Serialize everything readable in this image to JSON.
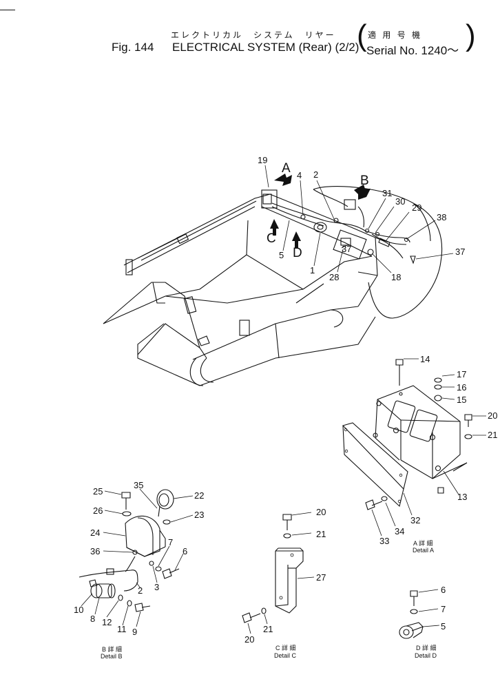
{
  "header": {
    "title_jp": "エレクトリカル　システム　リヤー",
    "fig_label": "Fig. 144",
    "title_en": "ELECTRICAL SYSTEM (Rear) (2/2)",
    "serial_jp": "適 用 号 機",
    "serial_en": "Serial No. 1240～"
  },
  "main_view": {
    "callouts": [
      "19",
      "4",
      "2",
      "31",
      "30",
      "29",
      "38",
      "37",
      "5",
      "1",
      "37",
      "28",
      "18"
    ],
    "view_arrows": [
      "A",
      "B",
      "C",
      "D"
    ]
  },
  "detail_a": {
    "callouts": [
      "14",
      "17",
      "16",
      "15",
      "20",
      "21",
      "13",
      "32",
      "34",
      "33"
    ],
    "caption_jp": "A 詳 細",
    "caption_en": "Detail A"
  },
  "detail_b": {
    "callouts": [
      "25",
      "35",
      "22",
      "26",
      "23",
      "24",
      "7",
      "6",
      "36",
      "3",
      "2",
      "10",
      "8",
      "12",
      "11",
      "9"
    ],
    "caption_jp": "B 詳 細",
    "caption_en": "Detail B"
  },
  "detail_c": {
    "callouts": [
      "20",
      "21",
      "27",
      "20",
      "21"
    ],
    "caption_jp": "C 詳 細",
    "caption_en": "Detail C"
  },
  "detail_d": {
    "callouts": [
      "6",
      "7",
      "5"
    ],
    "caption_jp": "D 詳 細",
    "caption_en": "Detail D"
  }
}
